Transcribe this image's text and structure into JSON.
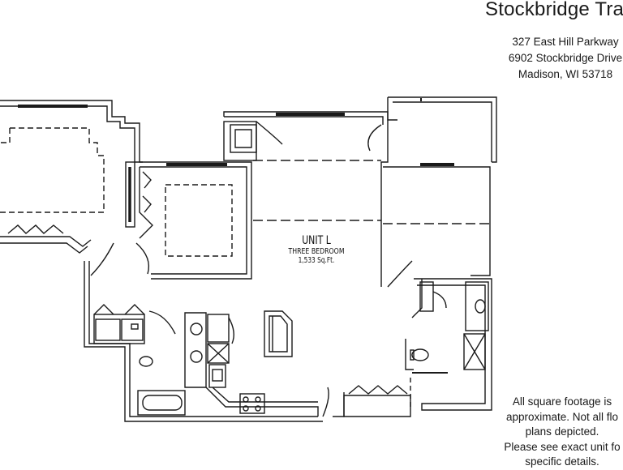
{
  "header": {
    "title": "Stockbridge Tra",
    "address_lines": [
      "327 East Hill Parkway",
      "6902 Stockbridge Drive",
      "Madison, WI 53718"
    ]
  },
  "plan": {
    "unit_name": "UNIT L",
    "unit_type": "THREE BEDROOM",
    "unit_area": "1,533 Sq.Ft."
  },
  "disclaimer": {
    "lines": [
      "All square footage is",
      "approximate. Not all flo",
      "plans depicted.",
      "Please see exact unit fo",
      "specific details."
    ]
  },
  "colors": {
    "line": "#1a1a1a",
    "background": "#ffffff"
  }
}
